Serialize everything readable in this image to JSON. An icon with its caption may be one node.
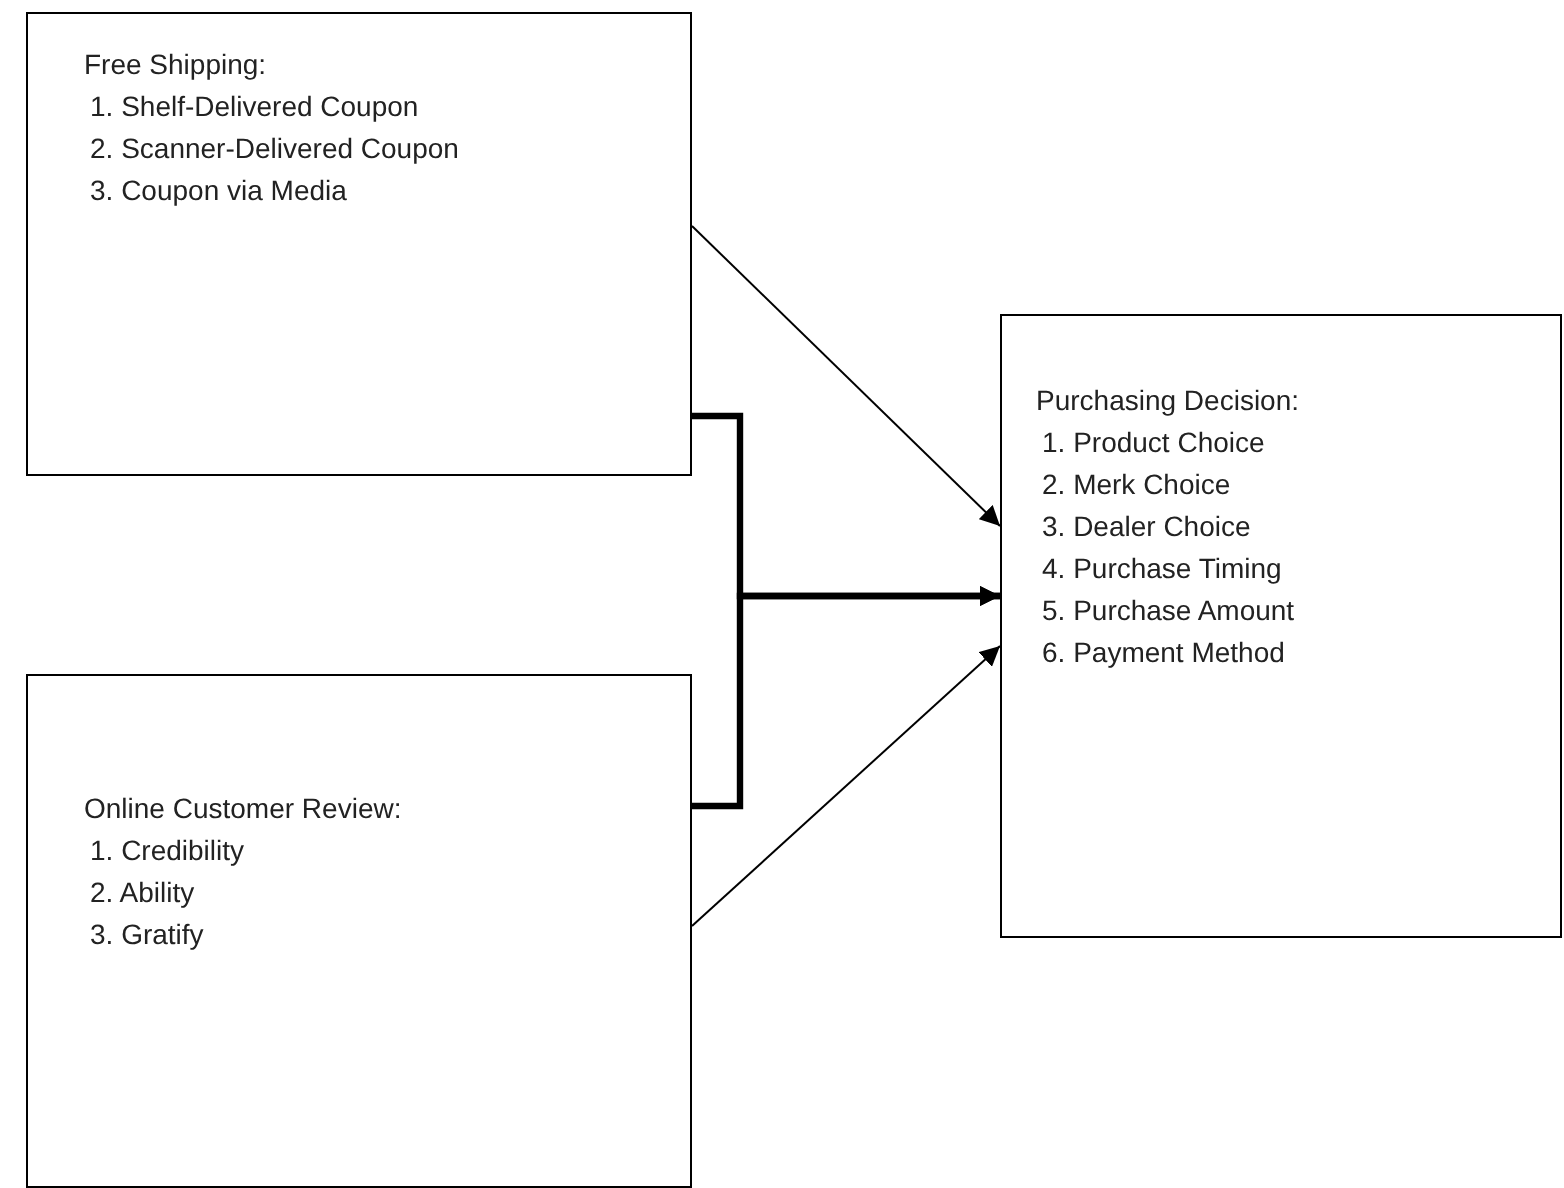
{
  "diagram": {
    "nodes": [
      {
        "text": [
          "Free Shipping:",
          "1. Shelf-Delivered Coupon",
          "2. Scanner-Delivered Coupon",
          "3. Coupon via Media"
        ]
      },
      {
        "text": [
          "Online Customer Review:",
          "1. Credibility",
          "2. Ability",
          "3. Gratify"
        ]
      },
      {
        "text": [
          "Purchasing Decision:",
          "1. Product Choice",
          "2. Merk Choice",
          "3. Dealer Choice",
          "4. Purchase Timing",
          "5. Purchase Amount",
          "6. Payment Method"
        ]
      }
    ],
    "edges": [
      {
        "from": 0,
        "to": 2,
        "arrow": "to"
      },
      {
        "from": 1,
        "to": 2,
        "arrow": "to"
      },
      {
        "from": 0,
        "to": 2,
        "arrow": "to",
        "style": "thick"
      },
      {
        "from": 1,
        "to": 2,
        "arrow": "to",
        "style": "thick"
      }
    ]
  }
}
